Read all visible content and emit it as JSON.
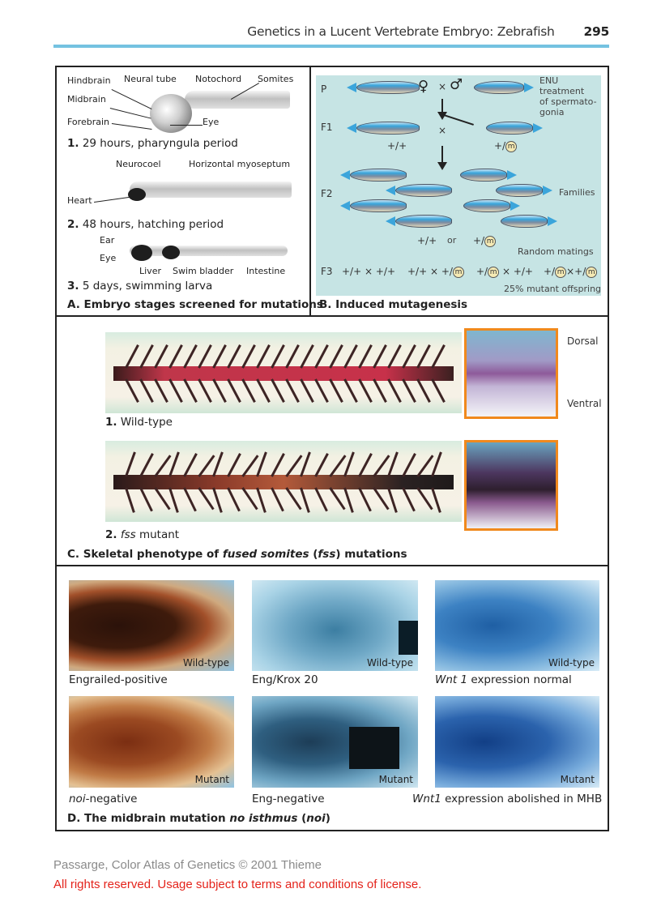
{
  "header": {
    "running_title": "Genetics in a Lucent Vertebrate Embryo: Zebrafish",
    "page_number": "295",
    "rule_color": "#74c2e1"
  },
  "panel_a": {
    "title": "A. Embryo stages screened for mutations",
    "stage1": {
      "labels": [
        "Hindbrain",
        "Neural tube",
        "Notochord",
        "Somites",
        "Midbrain",
        "Forebrain",
        "Eye"
      ],
      "num": "1.",
      "caption": "29 hours, pharyngula period"
    },
    "stage2": {
      "labels": [
        "Neurocoel",
        "Horizontal myoseptum",
        "Heart"
      ],
      "num": "2.",
      "caption": "48 hours, hatching period"
    },
    "stage3": {
      "labels": [
        "Ear",
        "Eye",
        "Liver",
        "Swim bladder",
        "Intestine"
      ],
      "num": "3.",
      "caption": "5 days, swimming larva"
    }
  },
  "panel_b": {
    "title": "B. Induced mutagenesis",
    "background": "#c6e4e4",
    "generations": [
      "P",
      "F1",
      "F2",
      "F3"
    ],
    "p_row": {
      "female": "♀",
      "cross": "×",
      "male": "♂",
      "note": [
        "ENU",
        "treatment",
        "of spermato-",
        "gonia"
      ]
    },
    "f1_row": {
      "cross": "×",
      "left_genotype": "+/+",
      "right_genotype_prefix": "+/",
      "right_genotype_allele": "m"
    },
    "f2_row": {
      "label": "Families",
      "genotype_a": "+/+",
      "or": "or",
      "genotype_b_prefix": "+/",
      "genotype_b_allele": "m",
      "note": "Random matings"
    },
    "f3_row": {
      "crosses": [
        {
          "a": "+/+",
          "x": "×",
          "b": "+/+"
        },
        {
          "a": "+/+",
          "x": "×",
          "b": "+/",
          "b_allele": "m"
        },
        {
          "a": "+/",
          "a_allele": "m",
          "x": "×",
          "b": "+/+"
        },
        {
          "a": "+/",
          "a_allele": "m",
          "x": "×",
          "b": "+/",
          "b_allele": "m"
        }
      ],
      "note": "25% mutant offspring"
    }
  },
  "panel_c": {
    "title_prefix": "C. Skeletal phenotype of ",
    "title_italic": "fused somites",
    "title_mid": " (",
    "title_italic2": "fss",
    "title_suffix": ") mutations",
    "wild": {
      "num": "1.",
      "caption": "Wild-type"
    },
    "mutant": {
      "num": "2.",
      "italic": "fss",
      "caption": " mutant"
    },
    "orientation": {
      "top": "Dorsal",
      "bottom": "Ventral"
    },
    "inset_border_color": "#f0891d"
  },
  "panel_d": {
    "title_prefix": "D. The midbrain mutation ",
    "title_italic": "no isthmus",
    "title_mid": " (",
    "title_italic2": "noi",
    "title_suffix": ")",
    "images": [
      {
        "tag": "Wild-type",
        "caption": "Engrailed-positive"
      },
      {
        "tag": "Wild-type",
        "caption": "Eng/Krox 20"
      },
      {
        "tag": "Wild-type",
        "caption_italic": "Wnt 1",
        "caption": " expression normal"
      },
      {
        "tag": "Mutant",
        "caption_italic": "noi",
        "caption": "-negative"
      },
      {
        "tag": "Mutant",
        "caption": "Eng-negative"
      },
      {
        "tag": "Mutant",
        "caption_italic": "Wnt1",
        "caption": " expression abolished in MHB"
      }
    ]
  },
  "footer": {
    "copyright": "Passarge, Color Atlas of Genetics © 2001 Thieme",
    "license": "All rights reserved. Usage subject to terms and conditions of license."
  }
}
